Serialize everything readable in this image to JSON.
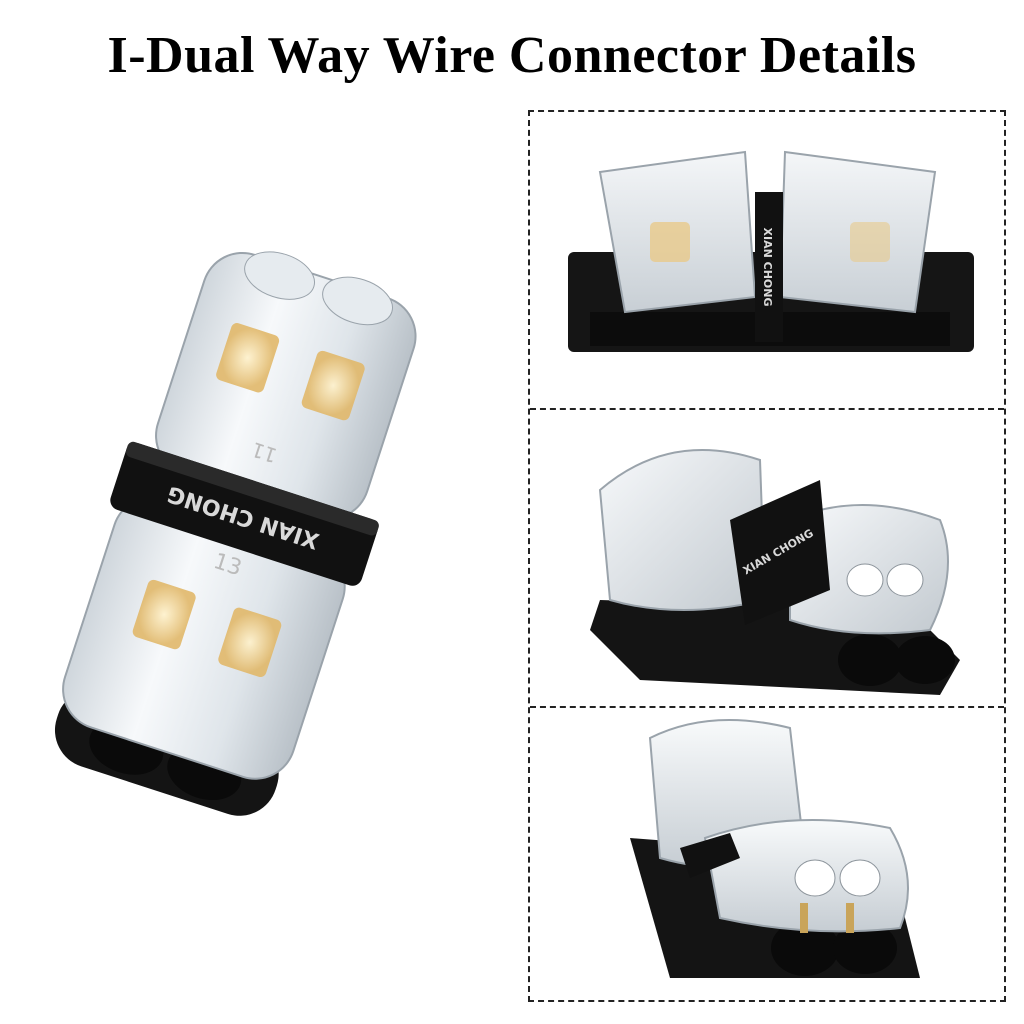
{
  "page": {
    "title": "I-Dual Way Wire Connector Details"
  },
  "product": {
    "brand_mark": "XIAN CHONG",
    "part_number": "13",
    "part_code": "11"
  },
  "colors": {
    "housing_clear": "#e9eef2",
    "band_black": "#111111",
    "contact_brass": "#e8c98a",
    "dashed_border": "#222222"
  },
  "icons": {
    "main": "connector-front-icon",
    "panel_1": "connector-top-icon",
    "panel_2": "connector-angle-icon",
    "panel_3": "connector-end-icon"
  }
}
